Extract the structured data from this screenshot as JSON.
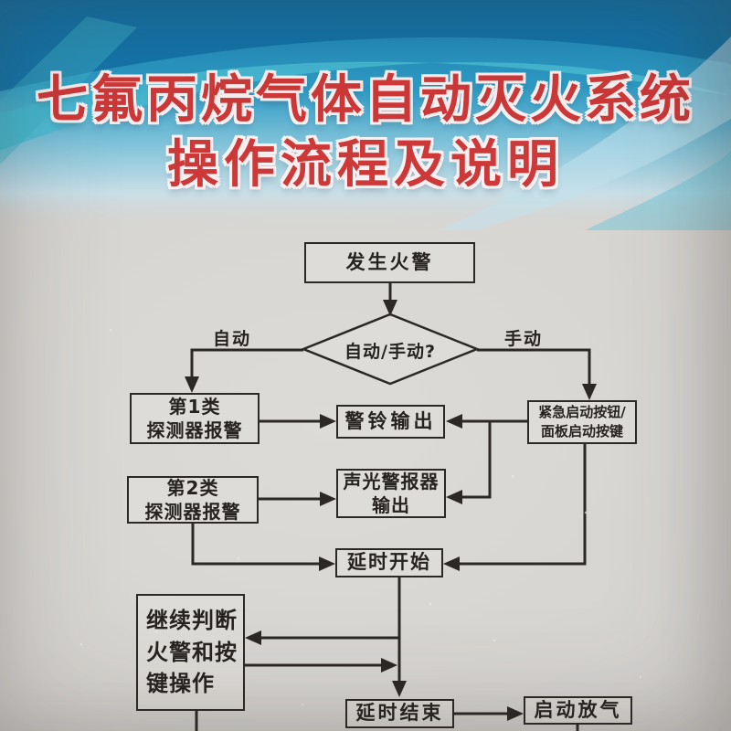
{
  "title": {
    "line1": "七氟丙烷气体自动灭火系统",
    "line2": "操作流程及说明"
  },
  "colors": {
    "title_red": "#cd3838",
    "title_outline": "#f7eff0",
    "header_blue_dark": "#116fa5",
    "header_blue": "#2496c2",
    "header_cyan": "#49bcd4",
    "header_pale": "#c3e2ec",
    "body_bg": "#d5d3d0",
    "box_fill": "#dedcd8",
    "line_color": "#2b2826",
    "text_color": "#262321"
  },
  "flowchart": {
    "nodes": {
      "fire": {
        "label": "发生火警"
      },
      "decision": {
        "label": "自动/手动?"
      },
      "det1": {
        "label": "第1类\n探测器报警"
      },
      "bell": {
        "label": "警铃输出"
      },
      "emergency": {
        "label": "紧急启动按钮/\n面板启动按键"
      },
      "det2": {
        "label": "第2类\n探测器报警"
      },
      "sound": {
        "label": "声光警报器\n输出"
      },
      "delay_start": {
        "label": "延时开始"
      },
      "continue_judge": {
        "label": "继续判断\n火警和按\n键操作"
      },
      "delay_end": {
        "label": "延时结束"
      },
      "release": {
        "label": "启动放气"
      }
    },
    "branch_labels": {
      "auto": "自动",
      "manual": "手动"
    }
  }
}
